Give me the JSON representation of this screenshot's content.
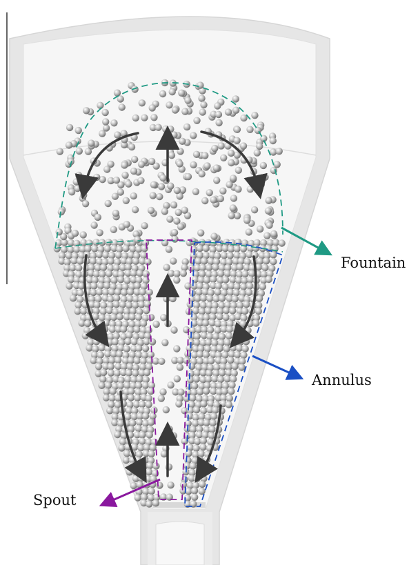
{
  "labels": {
    "fountain": "Fountain",
    "annulus": "Annulus",
    "spout": "Spout"
  },
  "colors": {
    "fountain": "#1f9a84",
    "annulus": "#1a4fc4",
    "spout": "#8a189e",
    "arrow": "#3a3a3a",
    "vessel_wall": "#e6e6e6",
    "vessel_interior": "#f6f6f6",
    "particle": "#b8b8b8"
  },
  "icons": {
    "flow_arrow": "flow-arrow-icon",
    "particle": "sphere-particle"
  }
}
